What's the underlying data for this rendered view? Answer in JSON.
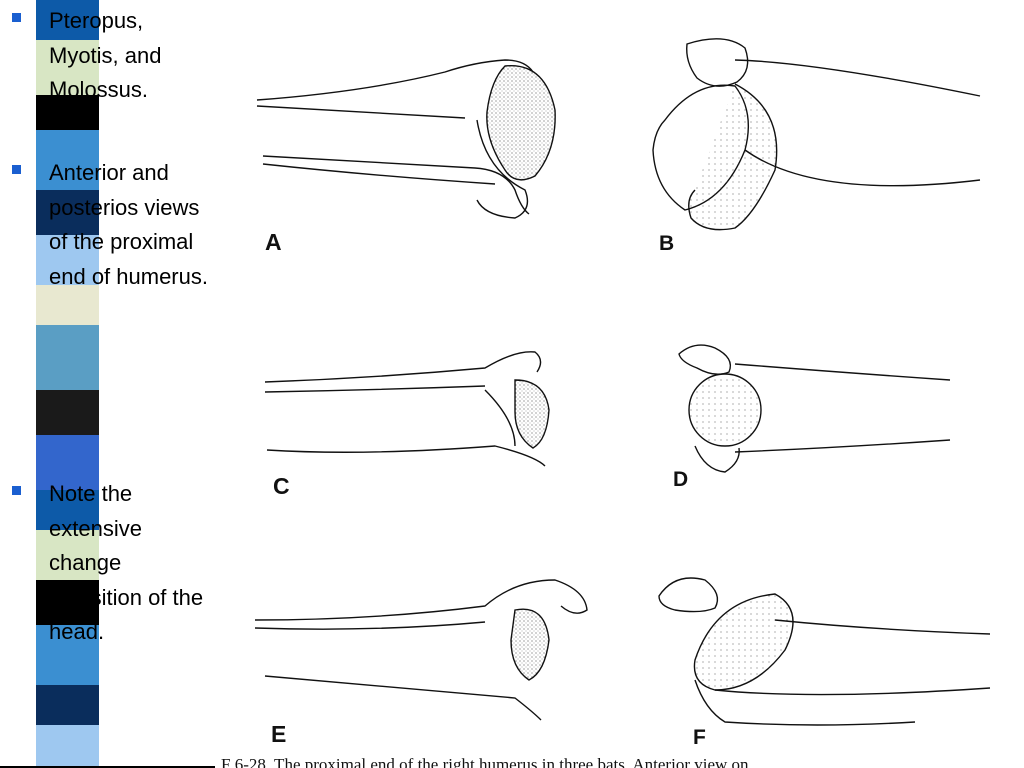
{
  "bullets": [
    {
      "text": "Pteropus, Myotis, and Molossus."
    },
    {
      "text": "Anterior and posterios views of the proximal end of humerus."
    },
    {
      "text": "Note the extensive change inposition of the head."
    }
  ],
  "figure": {
    "panel_labels": [
      "A",
      "B",
      "C",
      "D",
      "E",
      "F"
    ],
    "caption": "F 6-28. The proximal end of the right humerus in three bats. Anterior view on"
  },
  "colors": {
    "bullet": "#1a5fd0",
    "stripes": [
      "#0d5aa8",
      "#d8e6c4",
      "#000000",
      "#3b8fd1",
      "#0a2d5c",
      "#9ec8f0",
      "#e8e8d0",
      "#5a9ec4",
      "#1a1a1a",
      "#3366cc"
    ]
  }
}
